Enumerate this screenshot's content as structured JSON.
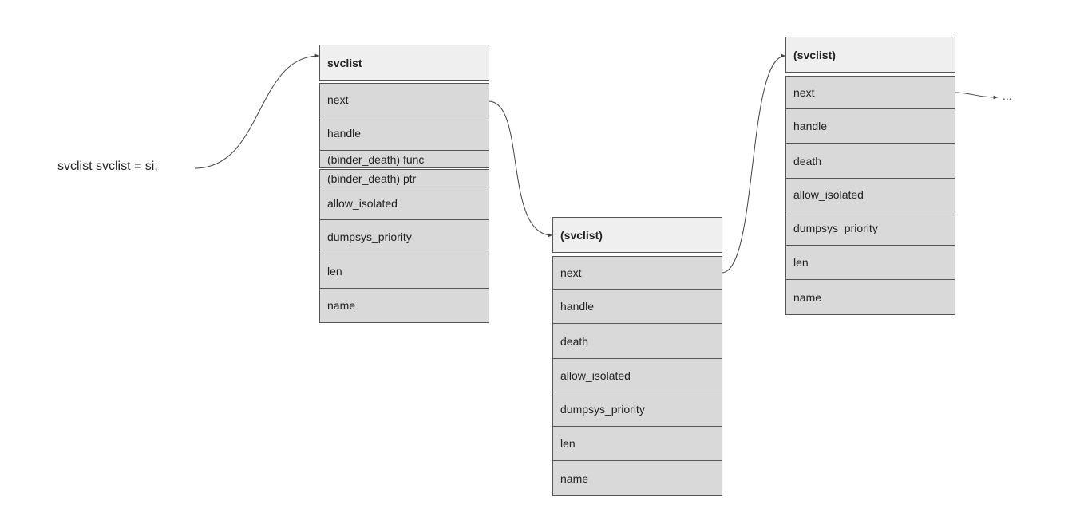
{
  "diagram": {
    "variable_label": "svclist svclist = si;",
    "ellipsis": "...",
    "nodes": [
      {
        "title": "svclist",
        "fields": [
          "next",
          "handle",
          "(binder_death) func",
          "(binder_death) ptr",
          "allow_isolated",
          "dumpsys_priority",
          "len",
          "name"
        ]
      },
      {
        "title": "(svclist)",
        "fields": [
          "next",
          "handle",
          "death",
          "allow_isolated",
          "dumpsys_priority",
          "len",
          "name"
        ]
      },
      {
        "title": "(svclist)",
        "fields": [
          "next",
          "handle",
          "death",
          "allow_isolated",
          "dumpsys_priority",
          "len",
          "name"
        ]
      }
    ]
  },
  "colors": {
    "header_fill": "#efefef",
    "field_fill": "#d9d9d9",
    "border": "#555555",
    "connector": "#444444"
  }
}
